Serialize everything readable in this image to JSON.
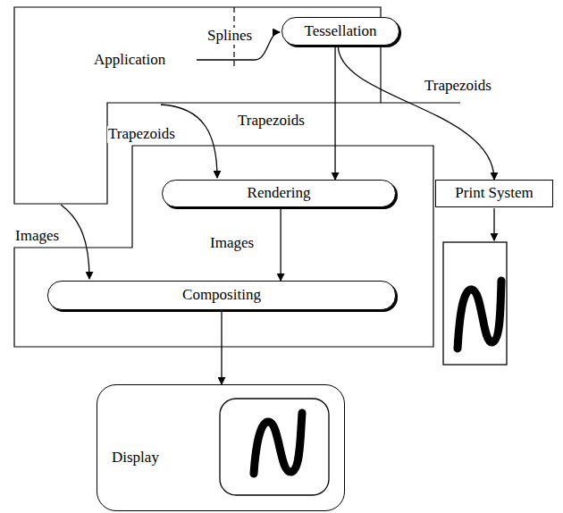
{
  "diagram": {
    "nodes": [
      {
        "text": [
          "Tessellation"
        ]
      },
      {
        "text": [
          "Rendering"
        ]
      },
      {
        "text": [
          "Compositing"
        ]
      },
      {
        "text": [
          "Print System"
        ]
      },
      {
        "text": [
          "Display"
        ]
      }
    ],
    "edges": [
      {
        "from": 0,
        "to": 1,
        "label": "Trapezoids",
        "arrow": "to"
      },
      {
        "from": 0,
        "to": 3,
        "label": "Trapezoids",
        "arrow": "to"
      },
      {
        "from": 1,
        "to": 2,
        "label": "Images",
        "arrow": "to"
      },
      {
        "from": 2,
        "to": 4,
        "arrow": "to"
      }
    ],
    "labels": [
      "Application",
      "Splines",
      "Trapezoids",
      "Images"
    ]
  }
}
